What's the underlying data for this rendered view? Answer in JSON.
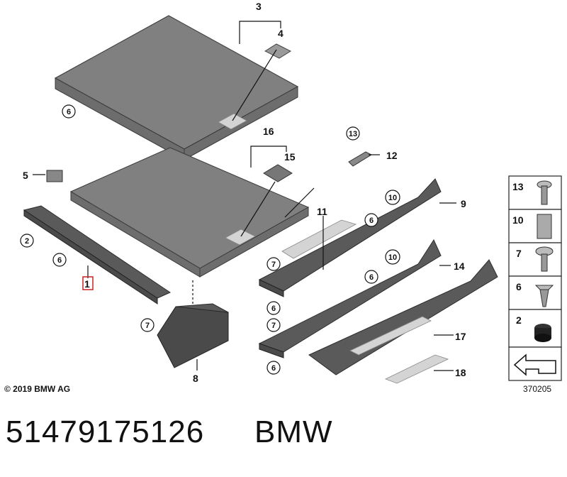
{
  "callouts": {
    "c1": "1",
    "c2": "2",
    "c3": "3",
    "c4": "4",
    "c5": "5",
    "c6": "6",
    "c7": "7",
    "c8": "8",
    "c9": "9",
    "c10": "10",
    "c11": "11",
    "c12": "12",
    "c13": "13",
    "c14": "14",
    "c15": "15",
    "c16": "16",
    "c17": "17",
    "c18": "18"
  },
  "legend": [
    {
      "number": "13",
      "icon": "screw-icon"
    },
    {
      "number": "10",
      "icon": "clip-nut-icon"
    },
    {
      "number": "7",
      "icon": "flange-screw-icon"
    },
    {
      "number": "6",
      "icon": "expanding-rivet-icon"
    },
    {
      "number": "2",
      "icon": "rubber-grommet-icon"
    },
    {
      "number": "",
      "icon": "arrow-symbol-icon"
    }
  ],
  "highlight_color": "#cc2222",
  "copyright": "© 2019 BMW AG",
  "reference_number": "370205",
  "footer": {
    "part_number": "51479175126",
    "brand": "BMW"
  }
}
